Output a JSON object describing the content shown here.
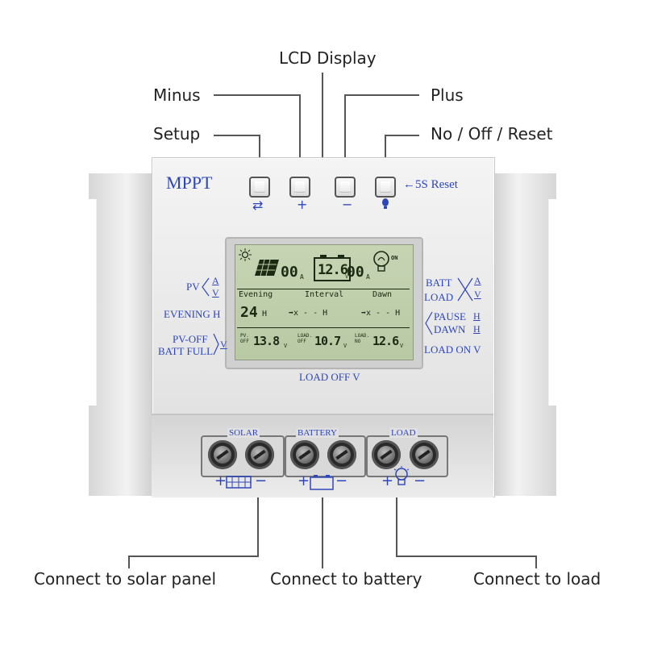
{
  "callouts": {
    "lcd_display": "LCD Display",
    "minus": "Minus",
    "plus": "Plus",
    "setup": "Setup",
    "no_off_reset": "No / Off / Reset",
    "connect_solar": "Connect to solar panel",
    "connect_battery": "Connect to battery",
    "connect_load": "Connect to load"
  },
  "panel": {
    "brand": "MPPT",
    "reset_hint": "←5S Reset",
    "button_symbols": {
      "setup": "⇄",
      "plus": "+",
      "minus": "−"
    },
    "left_labels": {
      "pv": "PV",
      "pv_a": "A",
      "pv_v": "V",
      "evening": "EVENING H",
      "pv_off": "PV-OFF",
      "batt_full": "BATT FULL",
      "pvoff_v": "V"
    },
    "right_labels": {
      "batt": "BATT",
      "load": "LOAD",
      "a": "A",
      "v": "V",
      "pause": "PAUSE",
      "dawn": "DAWN",
      "pause_h": "H",
      "dawn_h": "H",
      "load_on": "LOAD ON V"
    },
    "load_off": "LOAD OFF V",
    "terminals": {
      "solar": "SOLAR",
      "battery": "BATTERY",
      "load": "LOAD",
      "plus": "+",
      "minus": "−"
    }
  },
  "lcd": {
    "pv_current": "00",
    "pv_unit": "A",
    "battery_voltage": "12.6",
    "battery_unit": "V",
    "load_current": "00",
    "load_unit": "A",
    "on_label": "ON",
    "row_labels": {
      "evening": "Evening",
      "interval": "Interval",
      "dawn": "Dawn"
    },
    "timer_row": {
      "evening_value": "24",
      "h1": "H",
      "interval": "➡x - - H",
      "dawn": "➡x - - H"
    },
    "bottom_row": {
      "pv_off_label": "PV.\nOFF",
      "pv_off_value": "13.8",
      "load_off_label": "LOAD.\nOFF",
      "load_off_value": "10.7",
      "load_on_label": "LOAD.\nNO",
      "load_on_value": "12.6",
      "unit": "V"
    }
  }
}
